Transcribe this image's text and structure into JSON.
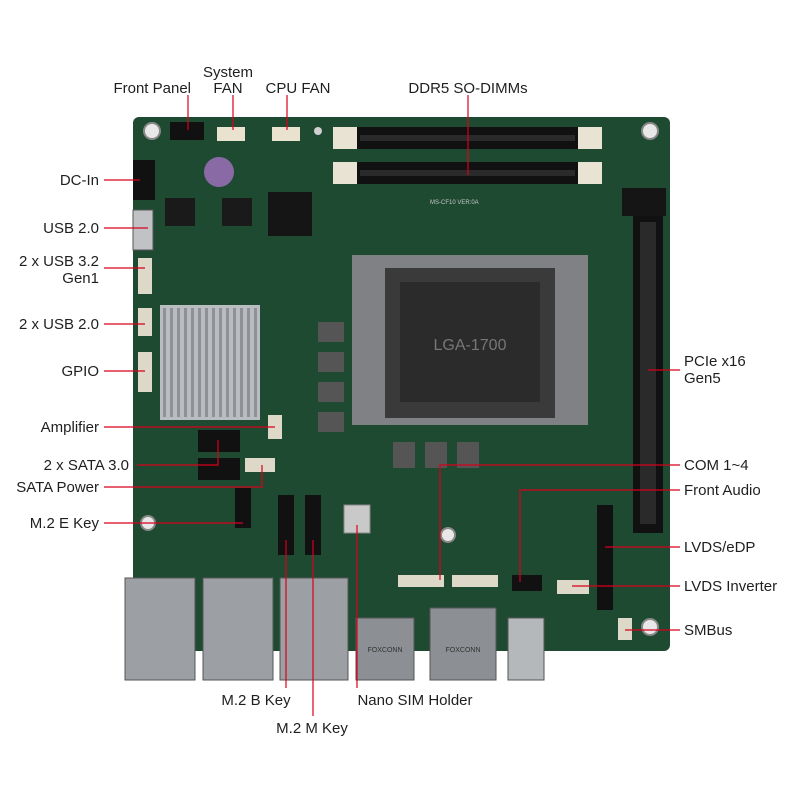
{
  "colors": {
    "pcb": "#1f4a32",
    "pcb_dark": "#15301f",
    "leader": "#d8001c",
    "heatsink": "#b9bcc0",
    "socket": "#3a3a3a",
    "text": "#1f1f1f"
  },
  "labels": {
    "front_panel": "Front Panel",
    "system_fan_1": "System",
    "system_fan_2": "FAN",
    "cpu_fan": "CPU FAN",
    "ddr5": "DDR5 SO-DIMMs",
    "dc_in": "DC-In",
    "usb20_a": "USB 2.0",
    "usb32_1": "2 x USB 3.2",
    "usb32_2": "Gen1",
    "usb20_b": "2 x USB 2.0",
    "gpio": "GPIO",
    "amplifier": "Amplifier",
    "sata": "2 x SATA 3.0",
    "sata_power": "SATA Power",
    "m2_e": "M.2 E Key",
    "pcie_1": "PCIe x16",
    "pcie_2": "Gen5",
    "com": "COM 1~4",
    "front_audio": "Front Audio",
    "lvds_edp": "LVDS/eDP",
    "lvds_inverter": "LVDS Inverter",
    "smbus": "SMBus",
    "m2_b": "M.2 B Key",
    "nano_sim": "Nano SIM Holder",
    "m2_m": "M.2 M Key"
  },
  "board_text": {
    "socket_name": "LGA-1700",
    "lan_brand_1": "FOXCONN",
    "lan_brand_2": "FOXCONN",
    "model": "MS-CF10 VER:0A"
  }
}
